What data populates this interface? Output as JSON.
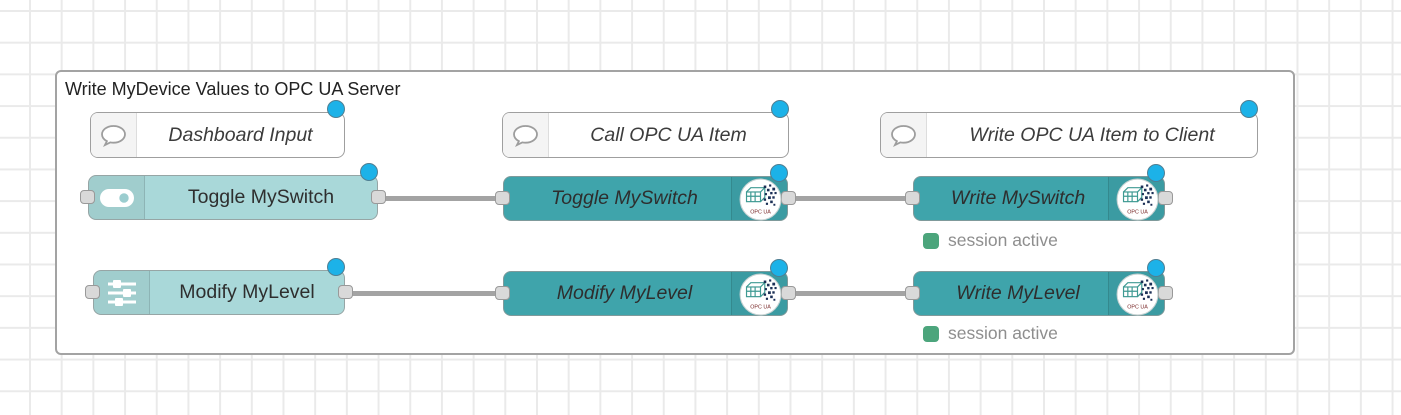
{
  "group": {
    "title": "Write MyDevice Values to OPC UA Server"
  },
  "comments": [
    {
      "label": "Dashboard Input",
      "icon": "speech-bubble-icon"
    },
    {
      "label": "Call OPC UA Item",
      "icon": "speech-bubble-icon"
    },
    {
      "label": "Write OPC UA Item to Client",
      "icon": "speech-bubble-icon"
    }
  ],
  "nodes": [
    {
      "label": "Toggle MySwitch",
      "icon": "toggle-switch-icon",
      "color": "#a9d8d9"
    },
    {
      "label": "Modify MyLevel",
      "icon": "sliders-icon",
      "color": "#a9d8d9"
    },
    {
      "label": "Toggle MySwitch",
      "icon": "opcua-logo-icon",
      "color": "#3fa4ab"
    },
    {
      "label": "Modify MyLevel",
      "icon": "opcua-logo-icon",
      "color": "#3fa4ab"
    },
    {
      "label": "Write MySwitch",
      "icon": "opcua-logo-icon",
      "color": "#3fa4ab"
    },
    {
      "label": "Write MyLevel",
      "icon": "opcua-logo-icon",
      "color": "#3fa4ab"
    }
  ],
  "statuses": [
    {
      "text": "session active",
      "color": "#4ca57c"
    },
    {
      "text": "session active",
      "color": "#4ca57c"
    }
  ],
  "badge": {
    "opcua_text": "OPC UA"
  },
  "colors": {
    "node_light": "#a9d8d9",
    "node_dark": "#3fa4ab",
    "changed_indicator": "#1cb2e8",
    "status_green": "#4ca57c",
    "wire": "#a3a3a3",
    "grid": "#eaeaea"
  }
}
